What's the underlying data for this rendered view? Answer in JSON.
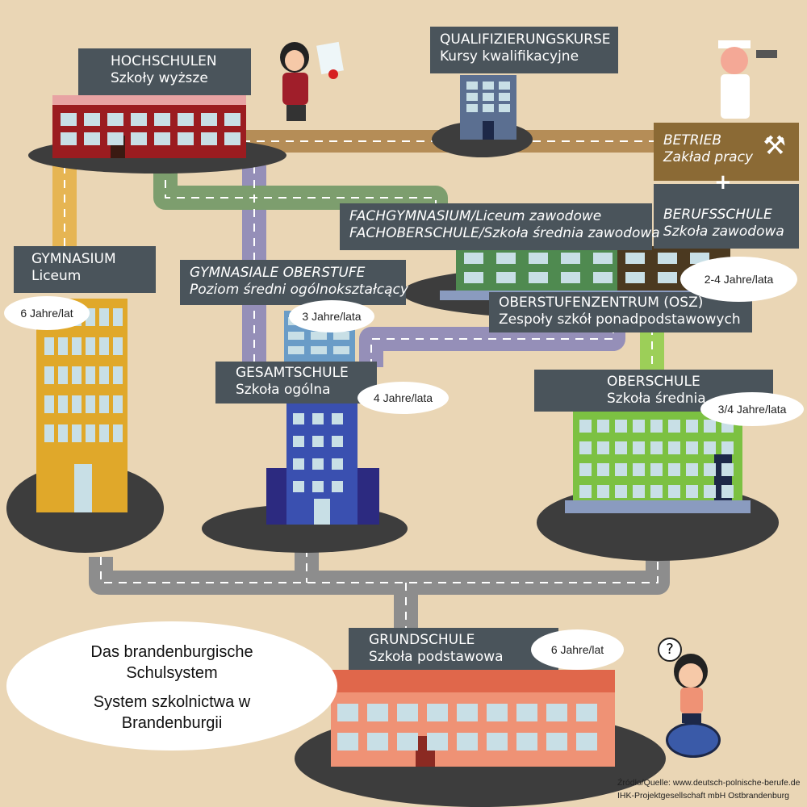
{
  "title": {
    "de": "Das brandenburgische Schulsystem",
    "pl": "System szkolnictwa w Brandenburgii"
  },
  "schools": {
    "hochschulen": {
      "de": "HOCHSCHULEN",
      "pl": "Szkoły wyższe"
    },
    "qualifizierung": {
      "de": "QUALIFIZIERUNGSKURSE",
      "pl": "Kursy kwalifikacyjne"
    },
    "betrieb": {
      "de": "BETRIEB",
      "pl": "Zakład pracy",
      "plus": "+"
    },
    "berufsschule": {
      "de": "BERUFSSCHULE",
      "pl": "Szkoła zawodowa"
    },
    "fach": {
      "line1": "FACHGYMNASIUM/Liceum zawodowe",
      "line2": "FACHOBERSCHULE/Szkoła średnia zawodowa"
    },
    "gymnasium": {
      "de": "GYMNASIUM",
      "pl": "Liceum",
      "duration": "6 Jahre/lat"
    },
    "oberstufe": {
      "de": "GYMNASIALE OBERSTUFE",
      "pl": "Poziom średni ogólnokształcący",
      "duration": "3 Jahre/lata"
    },
    "osz": {
      "de": "OBERSTUFENZENTRUM (OSZ)",
      "pl": "Zespoły szkół ponadpodstawowych",
      "duration": "2-4 Jahre/lata"
    },
    "gesamtschule": {
      "de": "GESAMTSCHULE",
      "pl": "Szkoła ogólna",
      "duration": "4 Jahre/lata"
    },
    "oberschule": {
      "de": "OBERSCHULE",
      "pl": "Szkoła średnia",
      "duration": "3/4 Jahre/lata"
    },
    "grundschule": {
      "de": "GRUNDSCHULE",
      "pl": "Szkoła podstawowa",
      "duration": "6 Jahre/lat"
    }
  },
  "question_mark": "?",
  "source": {
    "line1": "Źródło/Quelle: www.deutsch-polnische-berufe.de",
    "line2": "IHK-Projektgesellschaft mbH Ostbrandenburg"
  },
  "colors": {
    "background": "#ead6b5",
    "label": "#4a545b",
    "platform": "#3d3d3d"
  }
}
